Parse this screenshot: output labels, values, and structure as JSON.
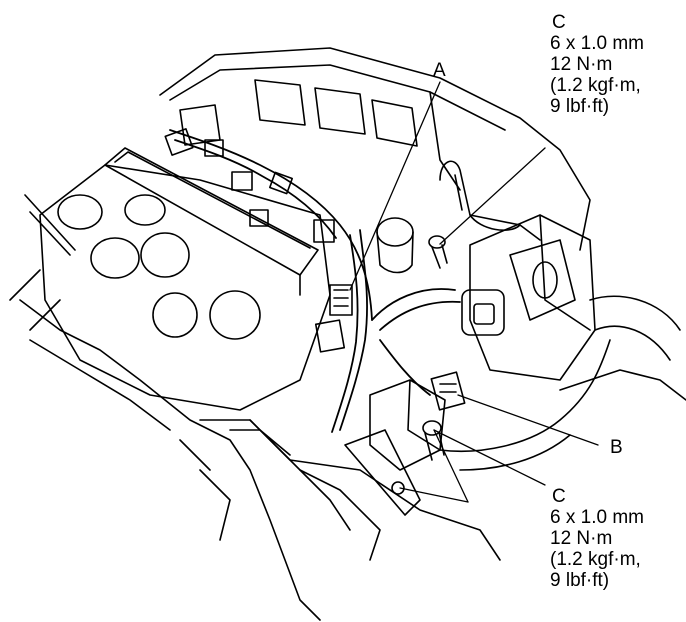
{
  "callouts": {
    "a": {
      "letter": "A"
    },
    "b": {
      "letter": "B"
    },
    "c_top": {
      "letter": "C",
      "spec": [
        "6 x 1.0 mm",
        "12 N·m",
        "(1.2 kgf·m,",
        "9 lbf·ft)"
      ]
    },
    "c_bottom": {
      "letter": "C",
      "spec": [
        "6 x 1.0 mm",
        "12 N·m",
        "(1.2 kgf·m,",
        "9 lbf·ft)"
      ]
    }
  },
  "colors": {
    "line": "#000000",
    "background": "#ffffff"
  }
}
